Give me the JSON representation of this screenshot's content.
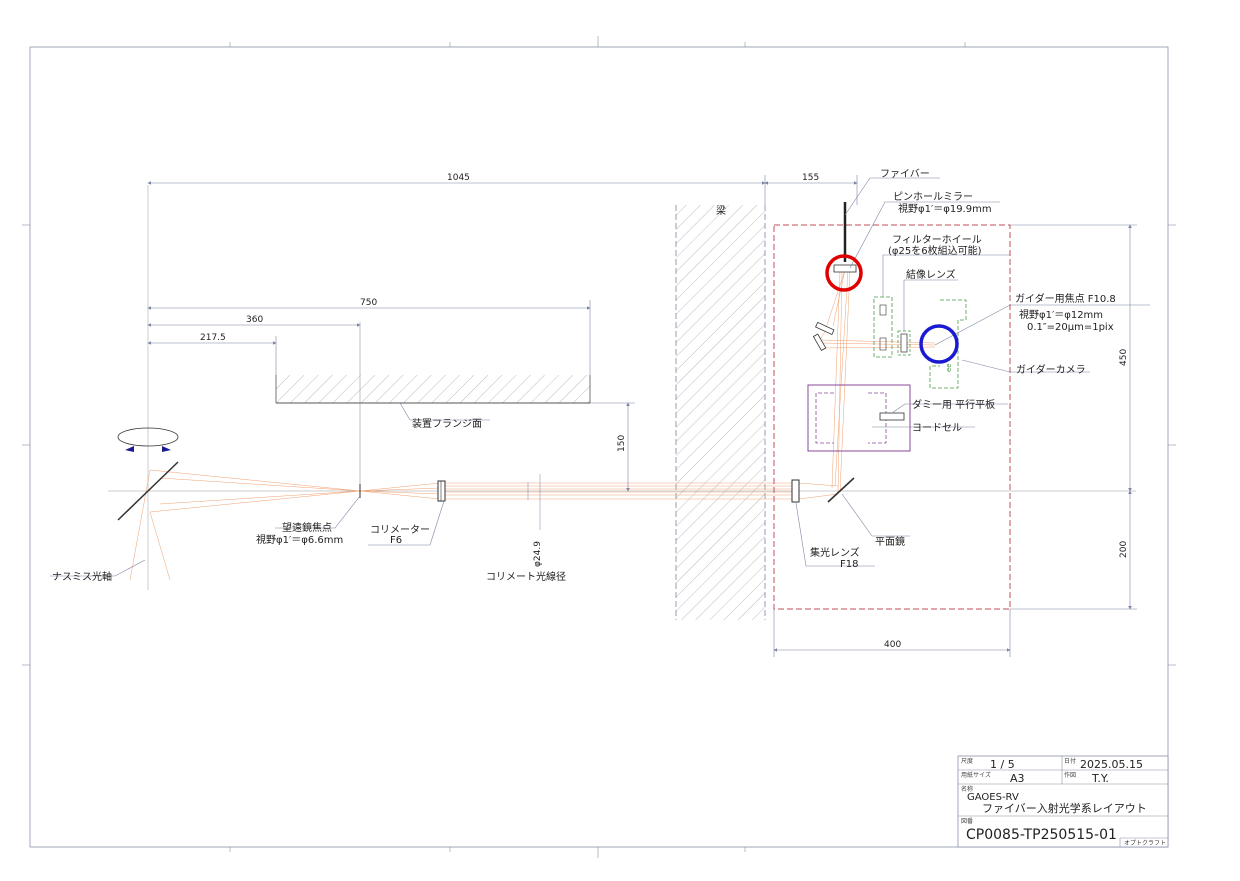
{
  "colors": {
    "frame": "#8a8fa8",
    "dimension": "#7d84a3",
    "ray": "#f0a070",
    "dashed_red": "#c0505a",
    "dashed_green": "#4a9a4a",
    "purple": "#8a4a9a",
    "highlight_red": "#e00000",
    "highlight_blue": "#1a1ad0",
    "hatch": "#9a9a9a"
  },
  "dimensions": {
    "d1045": "1045",
    "d155": "155",
    "d750": "750",
    "d360": "360",
    "d217_5": "217.5",
    "d150": "150",
    "d450": "450",
    "d200": "200",
    "d400": "400",
    "d_phi_24_9": "φ24.9"
  },
  "labels": {
    "fiber": "ファイバー",
    "pinhole_mirror": "ピンホールミラー",
    "pinhole_fov": "視野φ1′＝φ19.9mm",
    "filter_wheel": "フィルターホイール",
    "filter_wheel_note": "(φ25を6枚組込可能)",
    "imaging_lens": "結像レンズ",
    "guider_focus": "ガイダー用焦点 F10.8",
    "guider_fov": "視野φ1′＝φ12mm",
    "guider_scale": "0.1″=20μm=1pix",
    "guider_camera": "ガイダーカメラ",
    "dummy_plate": "ダミー用 平行平板",
    "iodine_cell": "ヨードセル",
    "beam": "梁",
    "flange": "装置フランジ面",
    "telescope_focus": "望遠鏡焦点",
    "telescope_fov": "視野φ1′＝φ6.6mm",
    "collimator": "コリメーター",
    "collimator_f": "F6",
    "collimated_beam": "コリメート光線径",
    "nasmyth_axis": "ナスミス光軸",
    "condenser_lens": "集光レンズ",
    "condenser_f": "F18",
    "flat_mirror": "平面鏡",
    "camera_mark": "ee"
  },
  "title_block": {
    "scale_label": "尺度",
    "scale_value": "1 / 5",
    "date_label": "日付",
    "date_value": "2025.05.15",
    "paper_label": "用紙サイズ",
    "paper_value": "A3",
    "drawn_label": "作図",
    "drawn_value": "T.Y.",
    "name_label": "名称",
    "name_line1": "GAOES-RV",
    "name_line2": "ファイバー入射光学系レイアウト",
    "number_label": "図番",
    "number_value": "CP0085-TP250515-01",
    "company": "オプトクラフト"
  }
}
